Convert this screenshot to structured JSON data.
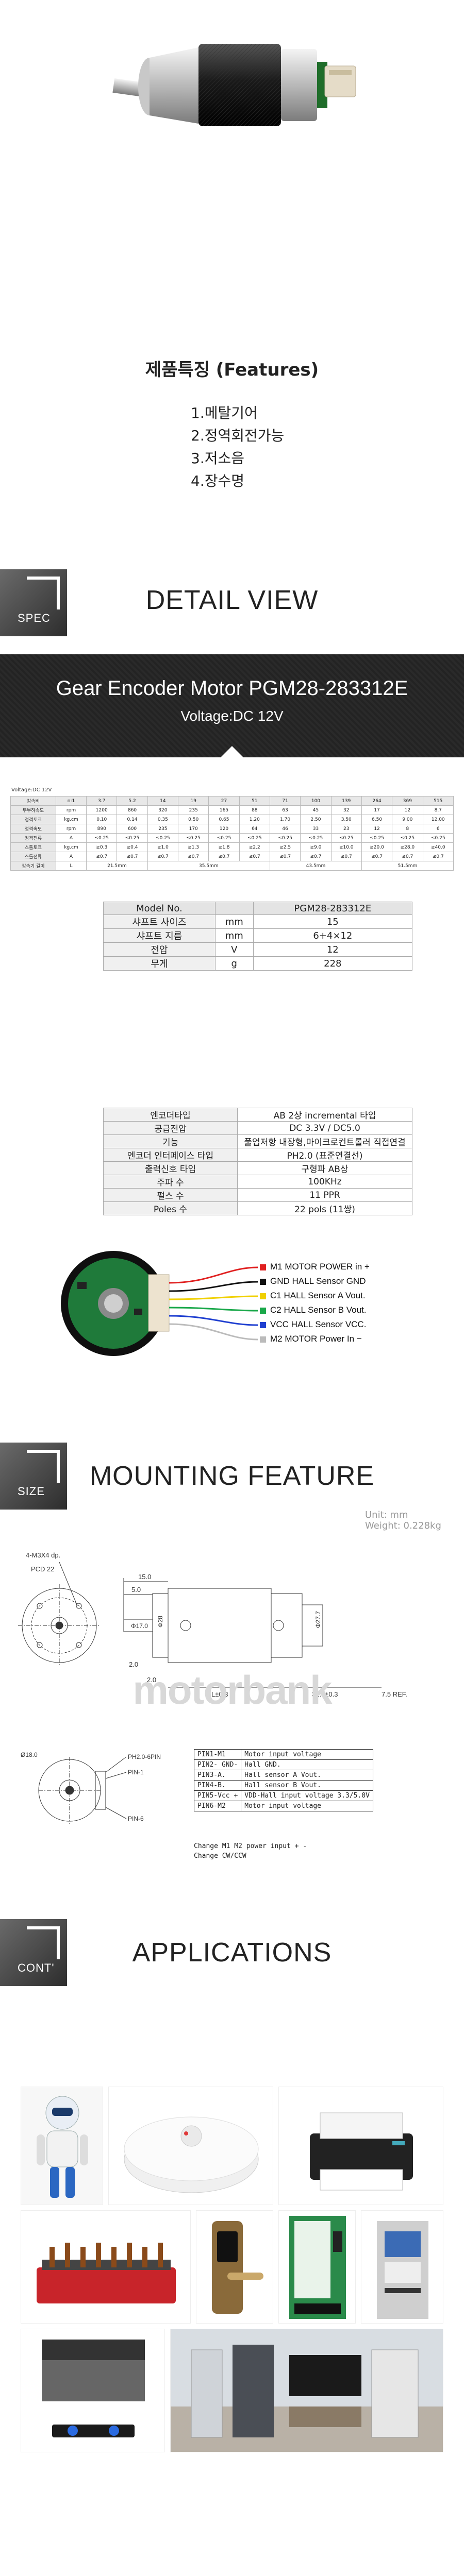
{
  "features": {
    "title": "제품특징 (Features)",
    "items": [
      "1.메탈기어",
      "2.정역회전가능",
      "3.저소음",
      "4.장수명"
    ]
  },
  "spec_section": {
    "badge": "SPEC",
    "title": "DETAIL VIEW"
  },
  "banner": {
    "model": "Gear Encoder Motor PGM28-283312E",
    "voltage": "Voltage:DC 12V"
  },
  "ratio_table": {
    "caption": "Voltage:DC 12V",
    "header": [
      "감속비",
      "n:1",
      "3.7",
      "5.2",
      "14",
      "19",
      "27",
      "51",
      "71",
      "100",
      "139",
      "264",
      "369",
      "515"
    ],
    "rows": [
      [
        "무부하속도",
        "rpm",
        "1200",
        "860",
        "320",
        "235",
        "165",
        "88",
        "63",
        "45",
        "32",
        "17",
        "12",
        "8.7"
      ],
      [
        "정격토크",
        "kg.cm",
        "0.10",
        "0.14",
        "0.35",
        "0.50",
        "0.65",
        "1.20",
        "1.70",
        "2.50",
        "3.50",
        "6.50",
        "9.00",
        "12.00"
      ],
      [
        "정격속도",
        "rpm",
        "890",
        "600",
        "235",
        "170",
        "120",
        "64",
        "46",
        "33",
        "23",
        "12",
        "8",
        "6"
      ],
      [
        "정격전류",
        "A",
        "≤0.25",
        "≤0.25",
        "≤0.25",
        "≤0.25",
        "≤0.25",
        "≤0.25",
        "≤0.25",
        "≤0.25",
        "≤0.25",
        "≤0.25",
        "≤0.25",
        "≤0.25"
      ],
      [
        "스톨토크",
        "kg.cm",
        "≥0.3",
        "≥0.4",
        "≥1.0",
        "≥1.3",
        "≥1.8",
        "≥2.2",
        "≥2.5",
        "≥9.0",
        "≥10.0",
        "≥20.0",
        "≥28.0",
        "≥40.0"
      ],
      [
        "스톨전류",
        "A",
        "≤0.7",
        "≤0.7",
        "≤0.7",
        "≤0.7",
        "≤0.7",
        "≤0.7",
        "≤0.7",
        "≤0.7",
        "≤0.7",
        "≤0.7",
        "≤0.7",
        "≤0.7"
      ]
    ],
    "length_row": {
      "label": "감속기 길이",
      "unit": "L",
      "groups": [
        "21.5mm",
        "35.5mm",
        "43.5mm",
        "51.5mm"
      ]
    }
  },
  "model_table": {
    "header": [
      "Model No.",
      "",
      "PGM28-283312E"
    ],
    "rows": [
      [
        "샤프트 사이즈",
        "mm",
        "15"
      ],
      [
        "샤프트 지름",
        "mm",
        "6+4×12"
      ],
      [
        "전압",
        "V",
        "12"
      ],
      [
        "무게",
        "g",
        "228"
      ]
    ]
  },
  "encoder_table": {
    "rows": [
      [
        "엔코더타입",
        "AB 2상 incremental 타입"
      ],
      [
        "공급전압",
        "DC 3.3V / DC5.0"
      ],
      [
        "기능",
        "풀업저항 내장형,마이크로컨트롤러 직접연결"
      ],
      [
        "엔코더 인터페이스 타입",
        "PH2.0 (표준연결선)"
      ],
      [
        "출력신호 타입",
        "구형파 AB상"
      ],
      [
        "주파 수",
        "100KHz"
      ],
      [
        "펄스 수",
        "11 PPR"
      ],
      [
        "Poles 수",
        "22 pols (11쌍)"
      ]
    ]
  },
  "wires": [
    {
      "label": "M1 MOTOR POWER in +",
      "color": "#e02020"
    },
    {
      "label": "GND HALL Sensor GND",
      "color": "#111111"
    },
    {
      "label": "C1 HALL Sensor A Vout.",
      "color": "#f0d000"
    },
    {
      "label": "C2 HALL Sensor B Vout.",
      "color": "#1aa84a"
    },
    {
      "label": "VCC HALL Sensor VCC.",
      "color": "#1f3fd0"
    },
    {
      "label": "M2 MOTOR Power In −",
      "color": "#bbbbbb"
    }
  ],
  "size_section": {
    "badge": "SIZE",
    "title": "MOUNTING FEATURE",
    "unit": "Unit: mm",
    "weight": "Weight: 0.228kg"
  },
  "drawing": {
    "holes": "4-M3X4 dp.",
    "pcd": "PCD 22",
    "dims": [
      "15.0",
      "5.0",
      "2.0",
      "Φ17.0",
      "Φ28",
      "2.0",
      "L±0.3",
      "32.7±0.3",
      "7.5 REF.",
      "Φ27.7"
    ],
    "pin_labels": [
      "PH2.0-6PIN",
      "PIN-1",
      "PIN-6",
      "Ø18.0"
    ],
    "watermark": "motorbank",
    "pin_table": [
      [
        "PIN1-M1",
        "Motor input voltage"
      ],
      [
        "PIN2- GND-",
        "Hall GND."
      ],
      [
        "PIN3-A.",
        "Hall sensor A Vout."
      ],
      [
        "PIN4-B.",
        "Hall sensor B Vout."
      ],
      [
        "PIN5-Vcc +",
        "VDD-Hall input voltage 3.3/5.0V"
      ],
      [
        "PIN6-M2",
        "Motor input voltage"
      ]
    ],
    "notes": [
      "Change M1 M2 power input + -",
      "Change CW/CCW"
    ]
  },
  "cont_section": {
    "badge": "CONT'",
    "title": "APPLICATIONS"
  }
}
